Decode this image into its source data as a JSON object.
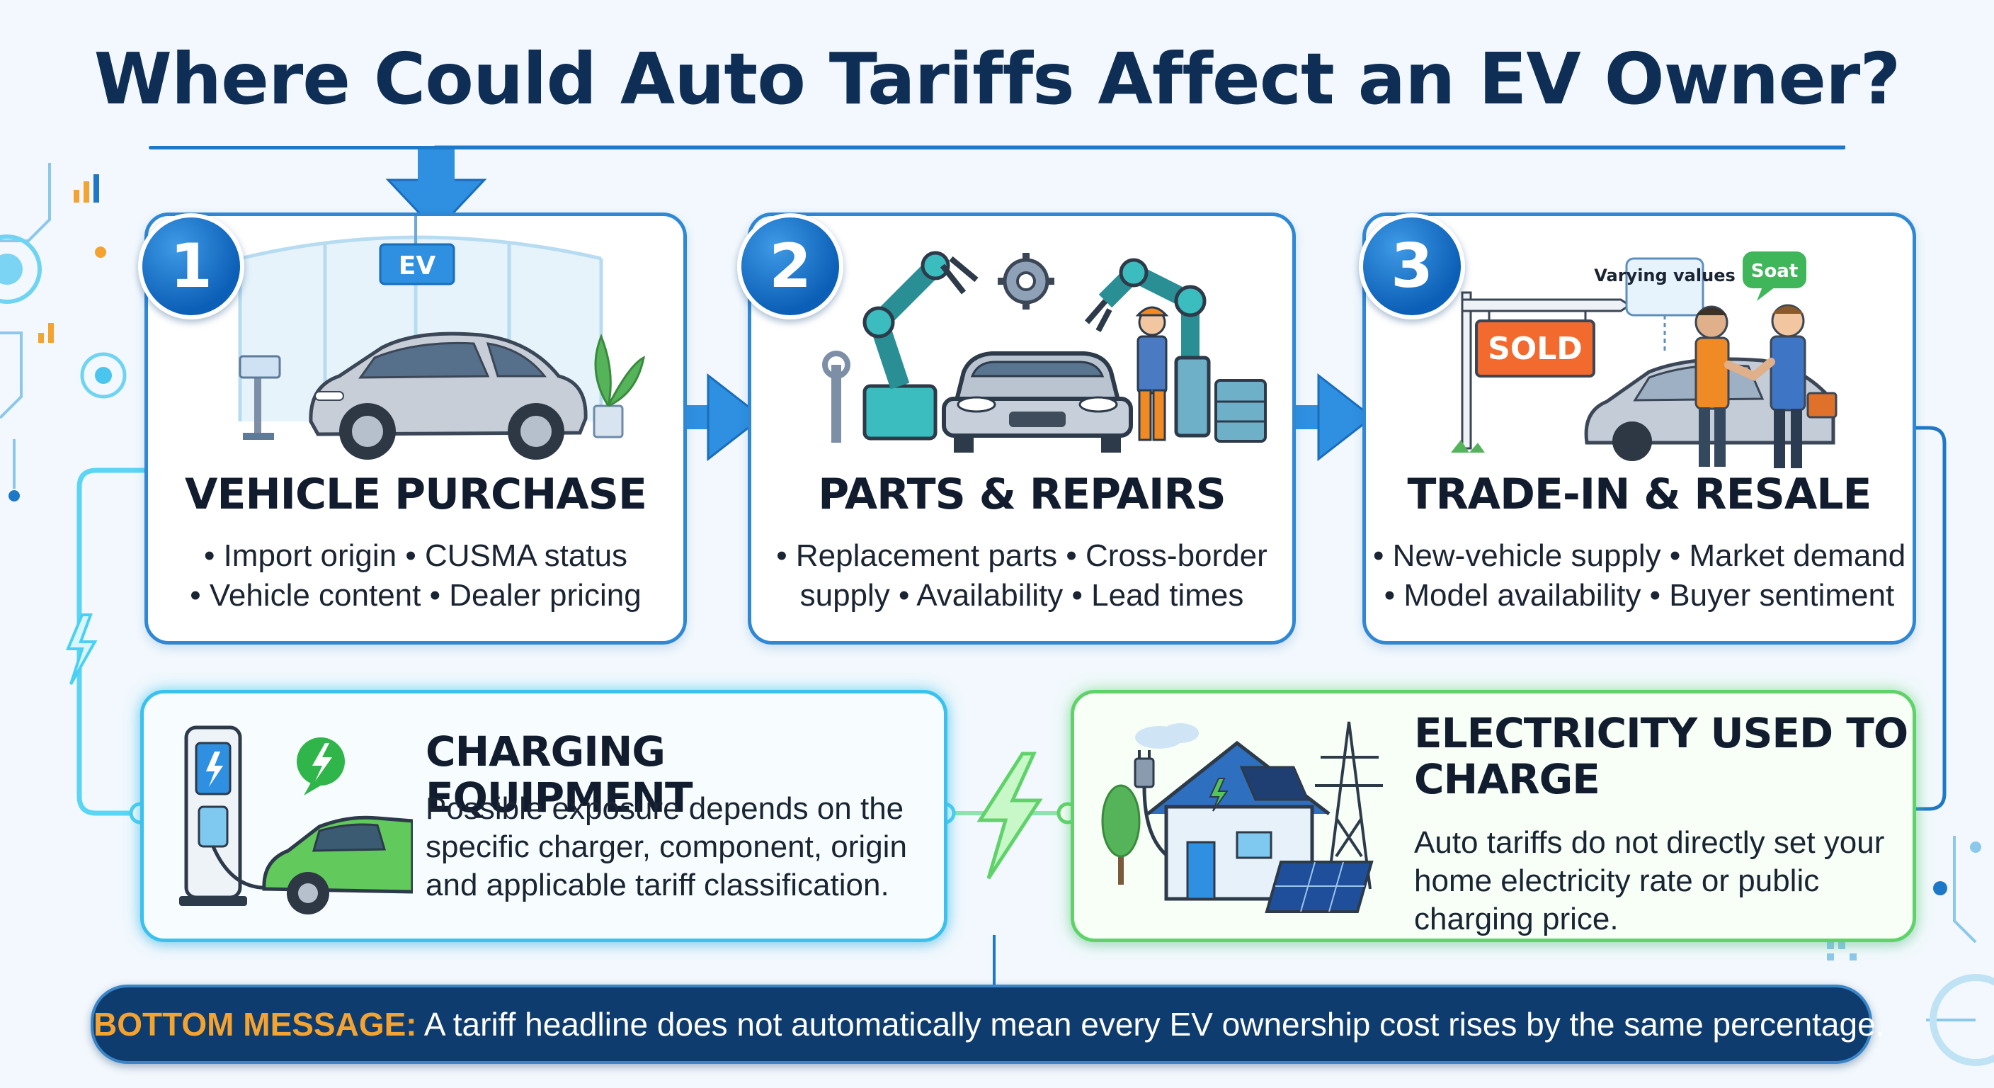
{
  "page": {
    "title": "Where Could Auto Tariffs Affect an EV Owner?"
  },
  "steps": [
    {
      "number": "1",
      "title": "VEHICLE PURCHASE",
      "bullets": [
        "• Import origin • CUSMA status",
        "• Vehicle content • Dealer pricing"
      ],
      "sign_text": "EV"
    },
    {
      "number": "2",
      "title": "PARTS & REPAIRS",
      "bullets": [
        "• Replacement parts • Cross-border",
        "supply • Availability • Lead times"
      ]
    },
    {
      "number": "3",
      "title": "TRADE-IN & RESALE",
      "bullets": [
        "• New-vehicle supply • Market demand",
        "• Model availability • Buyer sentiment"
      ],
      "sign_text": "SOLD",
      "bubble_left": "Varying values",
      "bubble_right": "Soat"
    }
  ],
  "charging": {
    "title": "CHARGING EQUIPMENT",
    "text": "Possible exposure depends on the specific charger, component, origin and applicable tariff classification."
  },
  "electricity": {
    "title": "ELECTRICITY USED TO CHARGE",
    "text": "Auto tariffs do not directly set your home electricity rate or public charging price."
  },
  "bottom": {
    "label": "BOTTOM MESSAGE:",
    "text": " A tariff headline does not automatically mean every EV ownership cost rises by the same percentage."
  },
  "colors": {
    "accent_blue": "#2f88d6",
    "navy": "#0f3c6e",
    "cyan_glow": "#3ac1ee",
    "green_glow": "#5fd36a",
    "orange_label": "#f4a230"
  },
  "icons": [
    "ev-car-icon",
    "robot-arm-icon",
    "handshake-icon",
    "ev-charger-icon",
    "solar-house-icon",
    "lightning-icon"
  ]
}
